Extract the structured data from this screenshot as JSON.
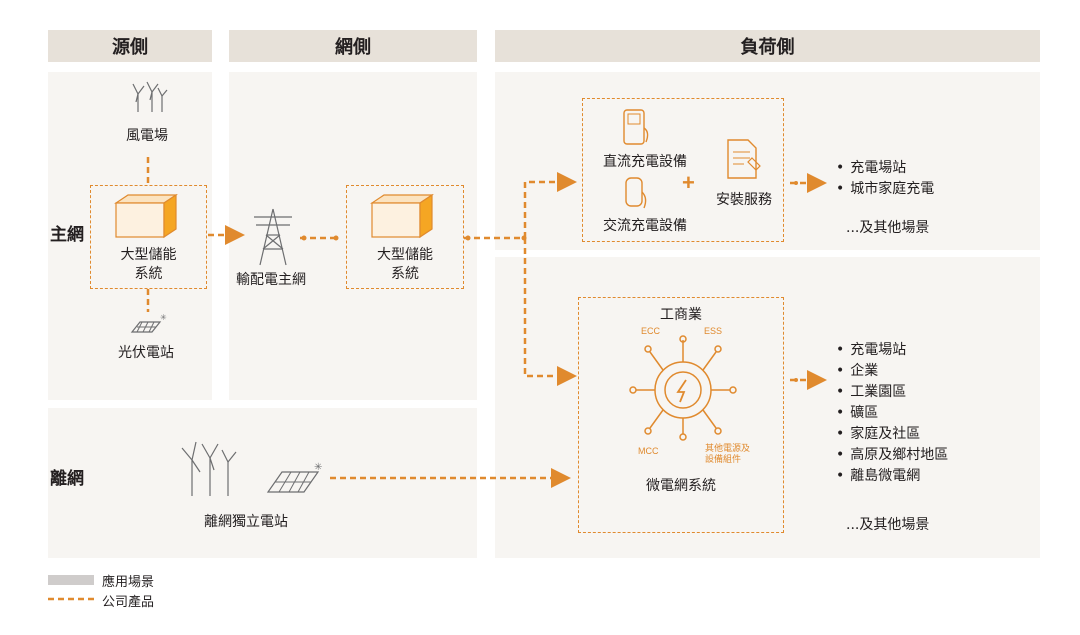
{
  "headers": {
    "source": "源側",
    "grid": "網側",
    "load": "負荷側"
  },
  "rows": {
    "main_grid": "主網",
    "off_grid": "離網"
  },
  "source": {
    "wind_farm": "風電場",
    "storage_line1": "大型儲能",
    "storage_line2": "系統",
    "pv_station": "光伏電站"
  },
  "grid": {
    "distribution": "輸配電主網",
    "storage_line1": "大型儲能",
    "storage_line2": "系統"
  },
  "offgrid": {
    "station": "離網獨立電站"
  },
  "charging": {
    "dc": "直流充電設備",
    "ac": "交流充電設備",
    "plus": "+",
    "install": "安裝服務",
    "scenarios": [
      "充電場站",
      "城市家庭充電"
    ],
    "more": "...及其他場景"
  },
  "microgrid": {
    "title": "工商業",
    "ecc": "ECC",
    "ess": "ESS",
    "mcc": "MCC",
    "other_line1": "其他電源及",
    "other_line2": "設備組件",
    "system": "微電網系統",
    "scenarios": [
      "充電場站",
      "企業",
      "工業園區",
      "礦區",
      "家庭及社區",
      "高原及鄉村地區",
      "離島微電網"
    ],
    "more": "...及其他場景"
  },
  "legend": {
    "application": "應用場景",
    "product": "公司產品"
  },
  "colors": {
    "accent": "#e08a2e",
    "panel": "#f7f5f2",
    "header": "#e7e1d9"
  }
}
